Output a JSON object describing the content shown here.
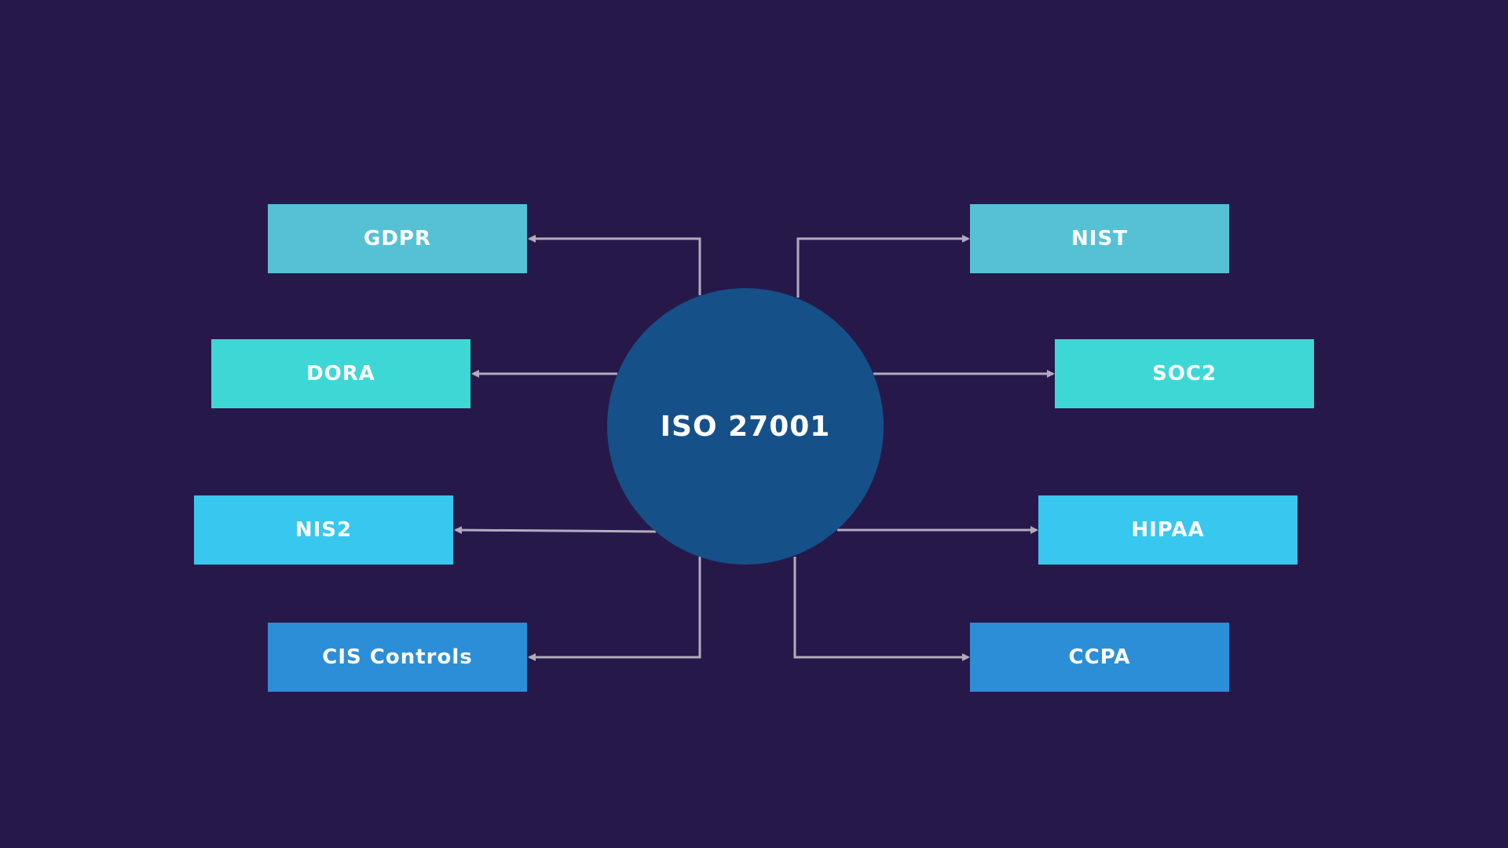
{
  "colors": {
    "background": "#26194a",
    "hub": "#165089",
    "connector": "#b3acbd",
    "row1": "#56c1d5",
    "row2": "#3dd8d6",
    "row3": "#38c7ef",
    "row4": "#2d8ed8",
    "text": "#ffffff"
  },
  "hub": {
    "label": "ISO 27001"
  },
  "nodes": {
    "gdpr": "GDPR",
    "nist": "NIST",
    "dora": "DORA",
    "soc2": "SOC2",
    "nis2": "NIS2",
    "hipaa": "HIPAA",
    "cis": "CIS Controls",
    "ccpa": "CCPA"
  }
}
